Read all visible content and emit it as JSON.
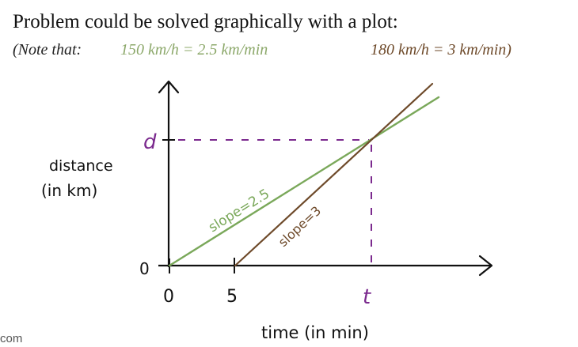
{
  "heading": "Problem could be solved graphically with a plot:",
  "note": {
    "prefix": "(Note that:",
    "green_equation": "150 km/h = 2.5 km/min",
    "brown_equation": "180 km/h = 3 km/min)"
  },
  "colors": {
    "green": "#7aa85a",
    "brown": "#6e4a2a",
    "purple": "#7b2a8e",
    "axis": "#111111",
    "green_text": "#8ca86a"
  },
  "diagram": {
    "y_axis_label_line1": "distance",
    "y_axis_label_line2": "(in km)",
    "x_axis_label": "time (in min)",
    "y_origin_label": "0",
    "y_tick_label": "d",
    "x_tick_labels": [
      "0",
      "5",
      "t"
    ],
    "green_line_label": "slope=2.5",
    "brown_line_label": "slope=3"
  },
  "footer_fragment": "com"
}
